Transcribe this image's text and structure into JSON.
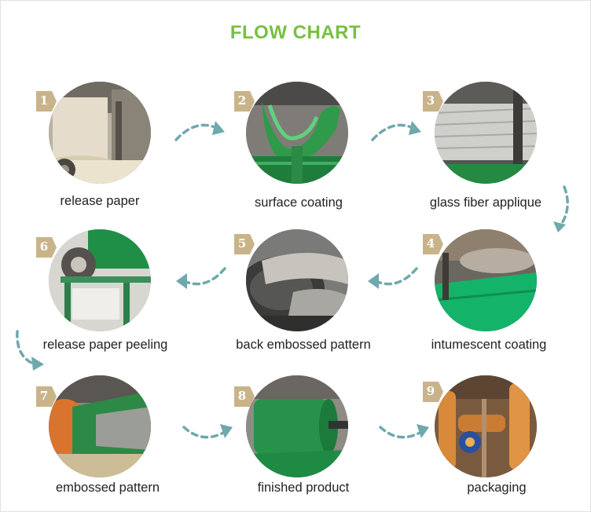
{
  "title": "FLOW CHART",
  "colors": {
    "title": "#77c043",
    "arrow": "#6fa8ad",
    "badge": "#c9b48a"
  },
  "steps": [
    {
      "number": "1",
      "label": "release paper"
    },
    {
      "number": "2",
      "label": "surface coating"
    },
    {
      "number": "3",
      "label": "glass fiber applique"
    },
    {
      "number": "4",
      "label": "intumescent coating"
    },
    {
      "number": "5",
      "label": "back embossed pattern"
    },
    {
      "number": "6",
      "label": "release paper peeling"
    },
    {
      "number": "7",
      "label": "embossed pattern"
    },
    {
      "number": "8",
      "label": "finished product"
    },
    {
      "number": "9",
      "label": "packaging"
    }
  ]
}
